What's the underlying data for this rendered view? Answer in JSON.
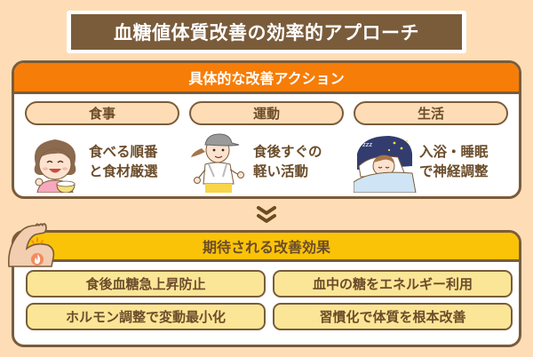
{
  "title": "血糖値体質改善の効率的アプローチ",
  "actions": {
    "heading": "具体的な改善アクション",
    "columns": [
      {
        "label": "食事",
        "text_line1": "食べる順番",
        "text_line2": "と食材厳選",
        "illustration": "girl-eating-rice-icon"
      },
      {
        "label": "運動",
        "text_line1": "食後すぐの",
        "text_line2": "軽い活動",
        "illustration": "woman-jogging-icon"
      },
      {
        "label": "生活",
        "text_line1": "入浴・睡眠",
        "text_line2": "で神経調整",
        "illustration": "person-sleeping-icon"
      }
    ]
  },
  "arrow": "double-chevron-down-icon",
  "effects": {
    "heading": "期待される改善効果",
    "icon": "flexed-arm-fire-icon",
    "items": [
      "食後血糖急上昇防止",
      "血中の糖をエネルギー利用",
      "ホルモン調整で変動最小化",
      "習慣化で体質を根本改善"
    ]
  },
  "colors": {
    "background": "#FEDDB6",
    "title_bg": "#7A5C3B",
    "action_header": "#F67D08",
    "effect_header": "#FAC308",
    "effect_pill": "#FBE697",
    "border": "#7A5C3B"
  }
}
